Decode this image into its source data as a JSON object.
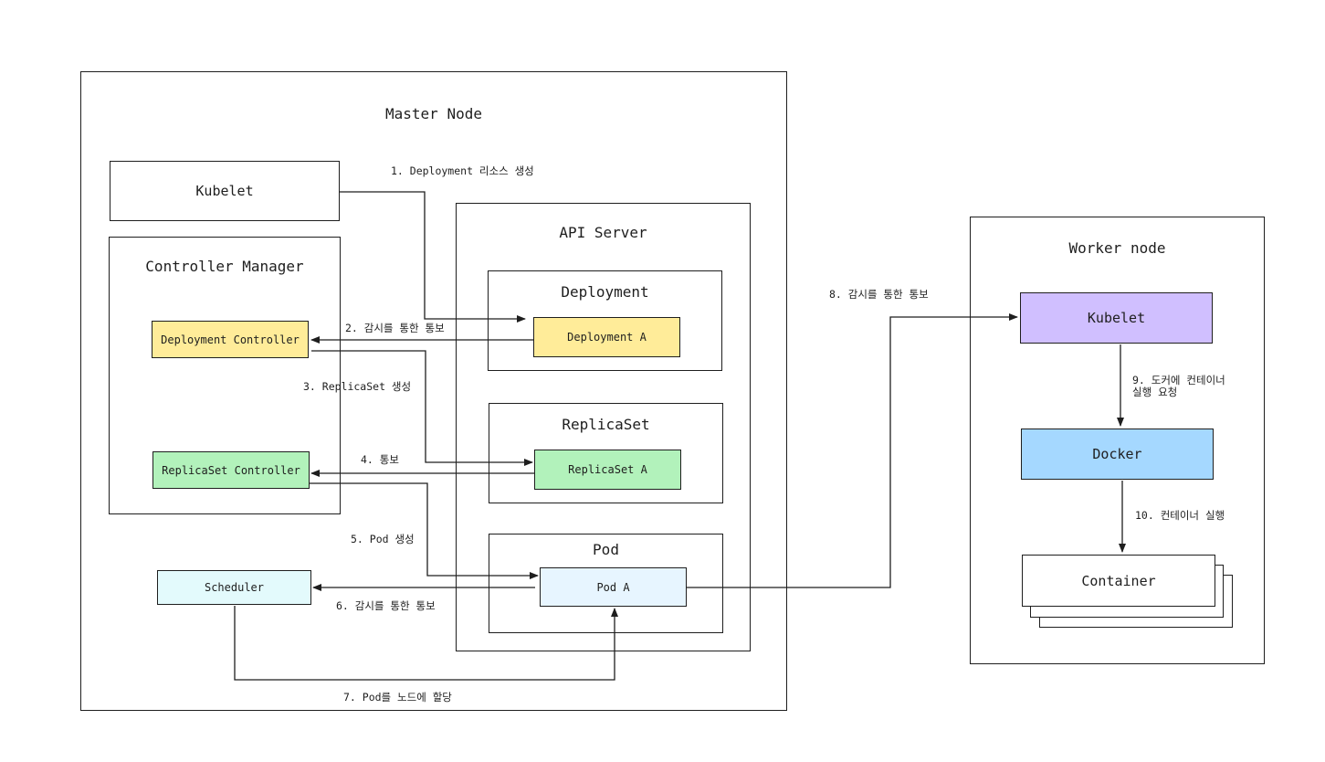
{
  "master": {
    "title": "Master Node",
    "kubelet": "Kubelet",
    "controller_manager": {
      "title": "Controller Manager",
      "deployment_controller": "Deployment Controller",
      "replicaset_controller": "ReplicaSet Controller"
    },
    "scheduler": "Scheduler",
    "api_server": {
      "title": "API Server",
      "deployment": {
        "title": "Deployment",
        "item": "Deployment A"
      },
      "replicaset": {
        "title": "ReplicaSet",
        "item": "ReplicaSet A"
      },
      "pod": {
        "title": "Pod",
        "item": "Pod A"
      }
    }
  },
  "worker": {
    "title": "Worker node",
    "kubelet": "Kubelet",
    "docker": "Docker",
    "container": "Container"
  },
  "edges": {
    "e1": "1. Deployment 리소스 생성",
    "e2": "2. 감시를 통한 통보",
    "e3": "3. ReplicaSet 생성",
    "e4": "4. 통보",
    "e5": "5. Pod 생성",
    "e6": "6. 감시를 통한 통보",
    "e7": "7. Pod를 노드에 할당",
    "e8": "8. 감시를 통한 통보",
    "e9": "9. 도커에 컨테이너\n실행 요청",
    "e10": "10. 컨테이너 실행"
  },
  "colors": {
    "deployment": "#ffec99",
    "replicaset": "#b2f2bb",
    "scheduler": "#e3fafc",
    "pod": "#e7f5ff",
    "worker_kubelet": "#d0bfff",
    "docker": "#a5d8ff"
  }
}
